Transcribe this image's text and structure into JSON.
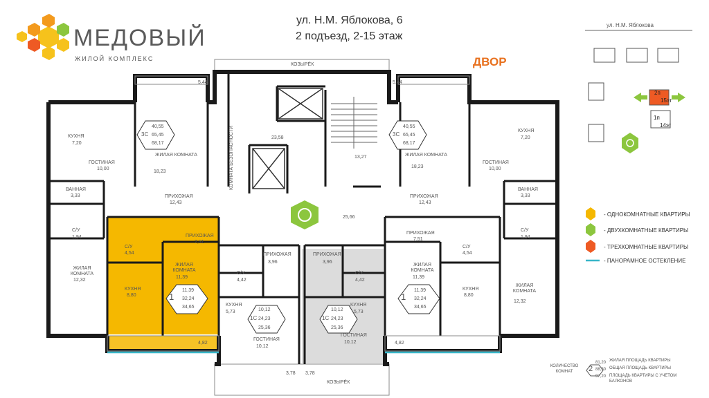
{
  "brand": {
    "name": "МЕДОВЫЙ",
    "subtitle": "ЖИЛОЙ КОМПЛЕКС"
  },
  "header": {
    "address": "ул. Н.М. Яблокова, 6",
    "entrance": "2 подъезд, 2-15 этаж"
  },
  "yard_label": "ДВОР",
  "canopy_top": "КОЗЫРЁК",
  "canopy_bottom": "КОЗЫРЁК",
  "minimap": {
    "street": "ул. Н.М. Яблокова",
    "entrance_2": "2п",
    "floors_2": "15эт",
    "entrance_1": "1п",
    "floors_1": "14эт"
  },
  "core": {
    "stair_area": "13,27",
    "elevator_hall": "23,58",
    "safety_zone": "КОМНАТА БЕЗОПАСНОСТИ",
    "corridor": "25,66"
  },
  "balconies": {
    "top_left": "5,44",
    "top_right": "5,44",
    "bottom_left": "4,82",
    "bottom_right": "4,82",
    "bottom_center_left": "3,78",
    "bottom_center_right": "3,78"
  },
  "apt3_left": {
    "rooms": {
      "kitchen": "КУХНЯ",
      "kitchen_area": "7,20",
      "living": "ГОСТИНАЯ",
      "living_area": "10,00",
      "bedroom": "ЖИЛАЯ КОМНАТА",
      "bedroom_area": "18,23",
      "bath": "ВАННАЯ",
      "bath_area": "3,33",
      "hall": "ПРИХОЖАЯ",
      "hall_area": "12,43",
      "wc": "С/У",
      "wc_area": "1,94"
    },
    "badge": {
      "type": "3С",
      "living": "40,55",
      "total": "65,45",
      "balcony": "68,17"
    }
  },
  "apt3_right": {
    "rooms": {
      "kitchen": "КУХНЯ",
      "kitchen_area": "7,20",
      "living": "ГОСТИНАЯ",
      "living_area": "10,00",
      "bedroom": "ЖИЛАЯ КОМНАТА",
      "bedroom_area": "18,23",
      "bath": "ВАННАЯ",
      "bath_area": "3,33",
      "hall": "ПРИХОЖАЯ",
      "hall_area": "12,43",
      "wc": "С/У",
      "wc_area": "1,94"
    },
    "badge": {
      "type": "3С",
      "living": "40,55",
      "total": "65,45",
      "balcony": "68,17"
    }
  },
  "apt1_left": {
    "rooms": {
      "wc": "С/У",
      "wc_area": "4,54",
      "hall": "ПРИХОЖАЯ",
      "hall_area": "7,51",
      "kitchen": "КУХНЯ",
      "kitchen_area": "8,80",
      "room": "ЖИЛАЯ КОМНАТА",
      "room_area": "11,39"
    },
    "badge": {
      "type": "1",
      "living": "11,39",
      "total": "32,24",
      "balcony": "34,65"
    }
  },
  "apt1_right": {
    "rooms": {
      "wc": "С/У",
      "wc_area": "4,54",
      "hall": "ПРИХОЖАЯ",
      "hall_area": "7,51",
      "kitchen": "КУХНЯ",
      "kitchen_area": "8,80",
      "room": "ЖИЛАЯ КОМНАТА",
      "room_area": "11,39"
    },
    "badge": {
      "type": "1",
      "living": "11,39",
      "total": "32,24",
      "balcony": "34,65"
    }
  },
  "apt_left_corner": {
    "room": "ЖИЛАЯ КОМНАТА",
    "room_area": "12,32"
  },
  "apt_right_corner": {
    "room": "ЖИЛАЯ КОМНАТА",
    "room_area": "12,32"
  },
  "studio_left": {
    "rooms": {
      "hall": "ПРИХОЖАЯ",
      "hall_area": "3,96",
      "wc": "С/У",
      "wc_area": "4,42",
      "kitchen": "КУХНЯ",
      "kitchen_area": "5,73",
      "living": "ГОСТИНАЯ",
      "living_area": "10,12"
    },
    "badge": {
      "type": "1С",
      "living": "10,12",
      "total": "24,23",
      "balcony": "25,36"
    }
  },
  "studio_right": {
    "rooms": {
      "hall": "ПРИХОЖАЯ",
      "hall_area": "3,96",
      "wc": "С/У",
      "wc_area": "4,42",
      "kitchen": "КУХНЯ",
      "kitchen_area": "5,73",
      "living": "ГОСТИНАЯ",
      "living_area": "10,12"
    },
    "badge": {
      "type": "1С",
      "living": "10,12",
      "total": "24,23",
      "balcony": "25,36"
    }
  },
  "legend": {
    "items": [
      {
        "label": "- ОДНОКОМНАТНЫЕ КВАРТИРЫ",
        "color": "#f5b800"
      },
      {
        "label": "- ДВУХКОМНАТНЫЕ КВАРТИРЫ",
        "color": "#8cc63e"
      },
      {
        "label": "- ТРЕХКОМНАТНЫЕ КВАРТИРЫ",
        "color": "#ee5a24"
      },
      {
        "label": "- ПАНОРАМНОЕ ОСТЕКЛЕНИЕ",
        "color": "#38b6c8"
      }
    ],
    "key_rooms_label": "КОЛИЧЕСТВО КОМНАТ",
    "key_count": "2",
    "key_v1": "81,20",
    "key_v2": "88,50",
    "key_v3": "97,20",
    "key_desc_1": "ЖИЛАЯ ПЛОЩАДЬ КВАРТИРЫ",
    "key_desc_2": "ОБЩАЯ ПЛОЩАДЬ КВАРТИРЫ",
    "key_desc_3": "ПЛОЩАДЬ КВАРТИРЫ С УЧЕТОМ БАЛКОНОВ"
  },
  "colors": {
    "one_room": "#f5b800",
    "one_room_wall": "#e09a00",
    "studio": "#dcdcdc",
    "wall": "#1a1a1a",
    "accent": "#e8711f"
  }
}
